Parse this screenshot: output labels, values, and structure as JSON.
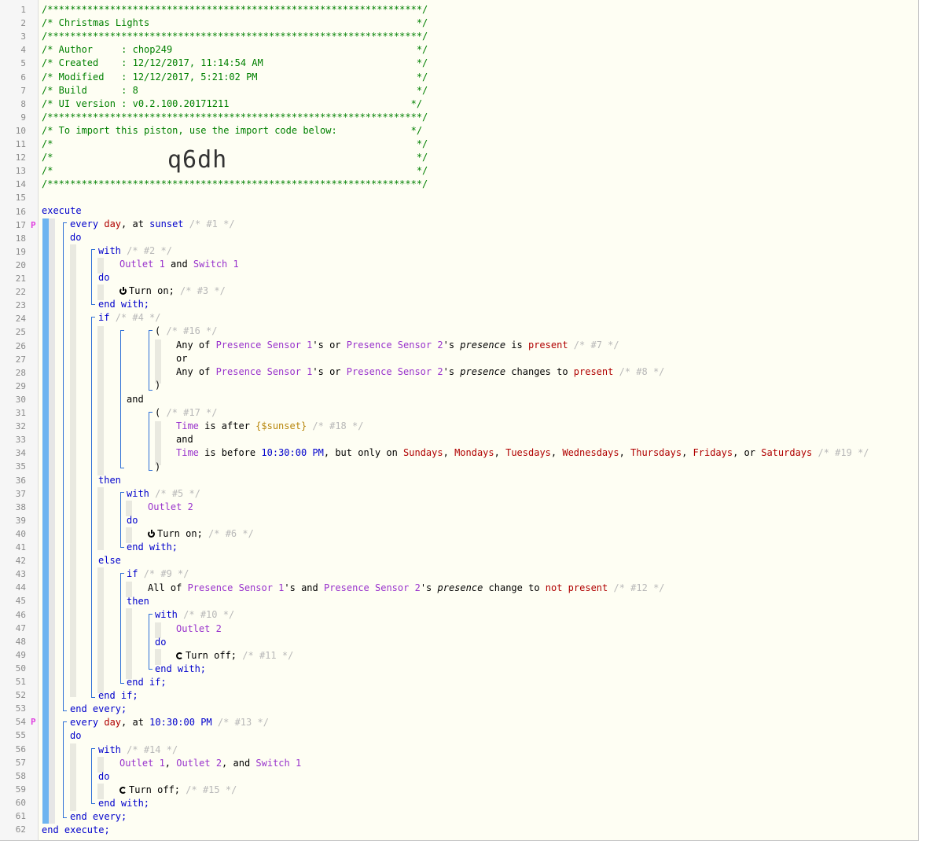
{
  "gutter": {
    "lines": [
      "1",
      "2",
      "3",
      "4",
      "5",
      "6",
      "7",
      "8",
      "9",
      "10",
      "11",
      "12",
      "13",
      "14",
      "15",
      "16",
      "17",
      "18",
      "19",
      "20",
      "21",
      "22",
      "23",
      "24",
      "25",
      "26",
      "27",
      "28",
      "29",
      "30",
      "31",
      "32",
      "33",
      "34",
      "35",
      "36",
      "37",
      "38",
      "39",
      "40",
      "41",
      "42",
      "43",
      "44",
      "45",
      "46",
      "47",
      "48",
      "49",
      "50",
      "51",
      "52",
      "53",
      "54",
      "55",
      "56",
      "57",
      "58",
      "59",
      "60",
      "61",
      "62"
    ],
    "marker": "P"
  },
  "header": {
    "border": "/******************************************************************/",
    "title": "/* Christmas Lights                                               */",
    "author": "/* Author     : chop249                                           */",
    "created": "/* Created    : 12/12/2017, 11:14:54 AM                           */",
    "modified": "/* Modified   : 12/12/2017, 5:21:02 PM                            */",
    "build": "/* Build      : 8                                                 */",
    "ui_version": "/* UI version : v0.2.100.20171211                                */",
    "import_note": "/* To import this piston, use the import code below:             */",
    "blank": "/*                                                                */",
    "import_code": "q6dh"
  },
  "code": {
    "execute": "execute",
    "end_execute": "end execute;",
    "every1": {
      "kw": "every",
      "day": "day",
      "at": ", at ",
      "time": "sunset",
      "id": "/* #1 */"
    },
    "do": "do",
    "with": "with",
    "with2_id": "/* #2 */",
    "outlet1": "Outlet 1",
    "and_text": " and ",
    "switch1": "Switch 1",
    "turn_on": "Turn on;",
    "turn_off": "Turn off;",
    "id3": "/* #3 */",
    "end_with": "end with;",
    "if": "if",
    "id4": "/* #4 */",
    "paren_open": "(",
    "paren_close": ")",
    "id16": "/* #16 */",
    "any_of": "Any of ",
    "ps1": "Presence Sensor 1",
    "s_or": "'s or ",
    "ps2": "Presence Sensor 2",
    "s_text": "'s ",
    "presence": "presence",
    "is": " is ",
    "present": "present",
    "id7": "/* #7 */",
    "or": "or",
    "changes_to": " changes to ",
    "id8": "/* #8 */",
    "and": "and",
    "id17": "/* #17 */",
    "time_kw": "Time",
    "is_after": " is after ",
    "sunset_var": "{$sunset}",
    "id18": "/* #18 */",
    "is_before": " is before ",
    "time1030": "10:30:00 PM",
    "but_only_on": ", but only on ",
    "days": [
      "Sundays",
      "Mondays",
      "Tuesdays",
      "Wednesdays",
      "Thursdays",
      "Fridays",
      "Saturdays"
    ],
    "comma": ", ",
    "or_space": ", or ",
    "id19": "/* #19 */",
    "then": "then",
    "id5": "/* #5 */",
    "outlet2": "Outlet 2",
    "id6": "/* #6 */",
    "else": "else",
    "id9": "/* #9 */",
    "all_of": "All of ",
    "s_and": "'s and ",
    "change_to": " change to ",
    "not_present": "not present",
    "id12": "/* #12 */",
    "id10": "/* #10 */",
    "id11": "/* #11 */",
    "end_if": "end if;",
    "end_every": "end every;",
    "every2": {
      "kw": "every",
      "day": "day",
      "at": ", at ",
      "time": "10:30:00 PM",
      "id": "/* #13 */"
    },
    "id14": "/* #14 */",
    "comma_only": ", ",
    "and_comma": ", and ",
    "id15": "/* #15 */"
  }
}
